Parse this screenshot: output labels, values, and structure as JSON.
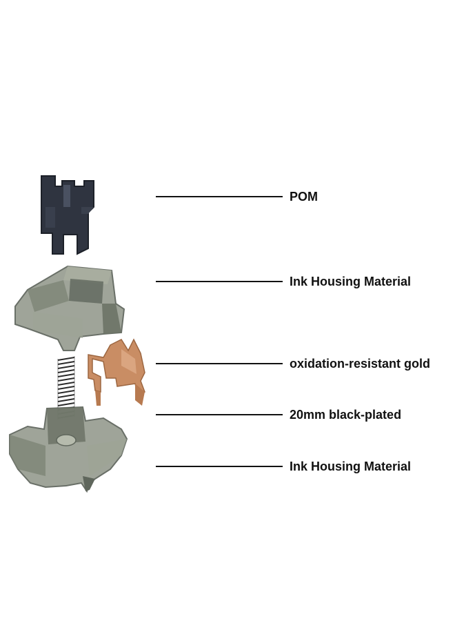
{
  "labels": [
    {
      "id": "stem",
      "text": "POM"
    },
    {
      "id": "top-housing",
      "text": "Ink Housing Material"
    },
    {
      "id": "contact-leaf",
      "text": "oxidation-resistant gold"
    },
    {
      "id": "spring",
      "text": "20mm black-plated"
    },
    {
      "id": "bottom-housing",
      "text": "Ink Housing Material"
    }
  ],
  "colors": {
    "background": "#ffffff",
    "stem": "#2f3440",
    "housing": "#8f9588",
    "housing_shadow": "#5f665c",
    "gold": "#c98d64",
    "spring": "#2a2a2a",
    "line": "#111111"
  }
}
